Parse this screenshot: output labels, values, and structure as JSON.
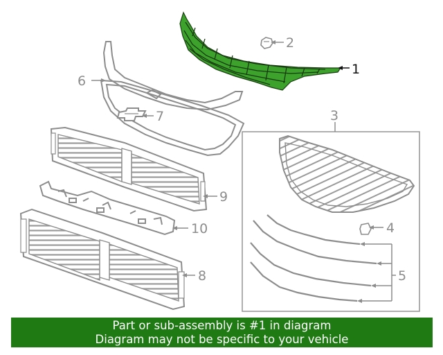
{
  "callouts": {
    "c1": "1",
    "c2": "2",
    "c3": "3",
    "c4": "4",
    "c5": "5",
    "c6": "6",
    "c7": "7",
    "c8": "8",
    "c9": "9",
    "c10": "10"
  },
  "highlighted_part": "1",
  "banner": {
    "line1": "Part or sub-assembly is #1 in diagram",
    "line2": "Diagram may not be specific to your vehicle"
  },
  "colors": {
    "highlight_fill": "#3da22c",
    "banner_bg": "#1f7a14",
    "line_art": "#8c8c8c",
    "highlight_label": "#111111"
  }
}
